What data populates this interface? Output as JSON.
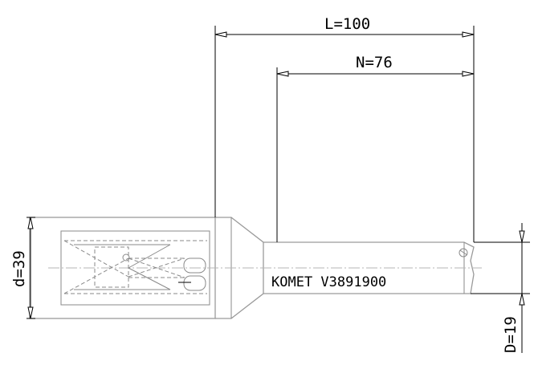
{
  "dimensions": {
    "overall_length": "L=100",
    "head_length": "N=76",
    "shank_diameter": "d=39",
    "drill_diameter": "D=19"
  },
  "tool": {
    "marking": "KOMET  V3891900"
  },
  "colors": {
    "outline": "#9a9a9a",
    "dimension": "#000000",
    "background": "#ffffff"
  }
}
